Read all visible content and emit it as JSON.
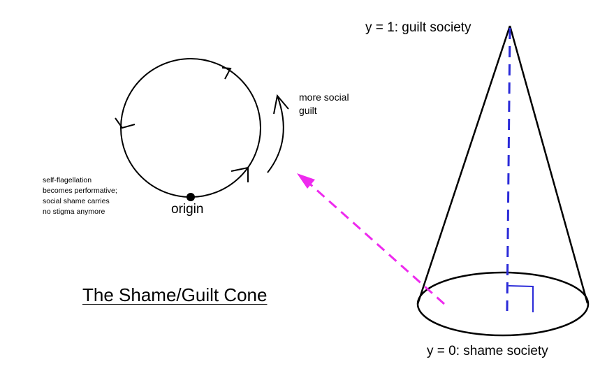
{
  "labels": {
    "top": "y = 1: guilt society",
    "bottom": "y = 0: shame society",
    "origin": "origin",
    "more_guilt_line1": "more social",
    "more_guilt_line2": "guilt",
    "note_line1": "self-flagellation",
    "note_line2": "becomes performative;",
    "note_line3": "social shame carries",
    "note_line4": "no stigma anymore"
  },
  "title": "The Shame/Guilt Cone",
  "colors": {
    "ink": "#000000",
    "axis": "#2a2ad8",
    "pointer_arrow": "#ee2aee"
  }
}
